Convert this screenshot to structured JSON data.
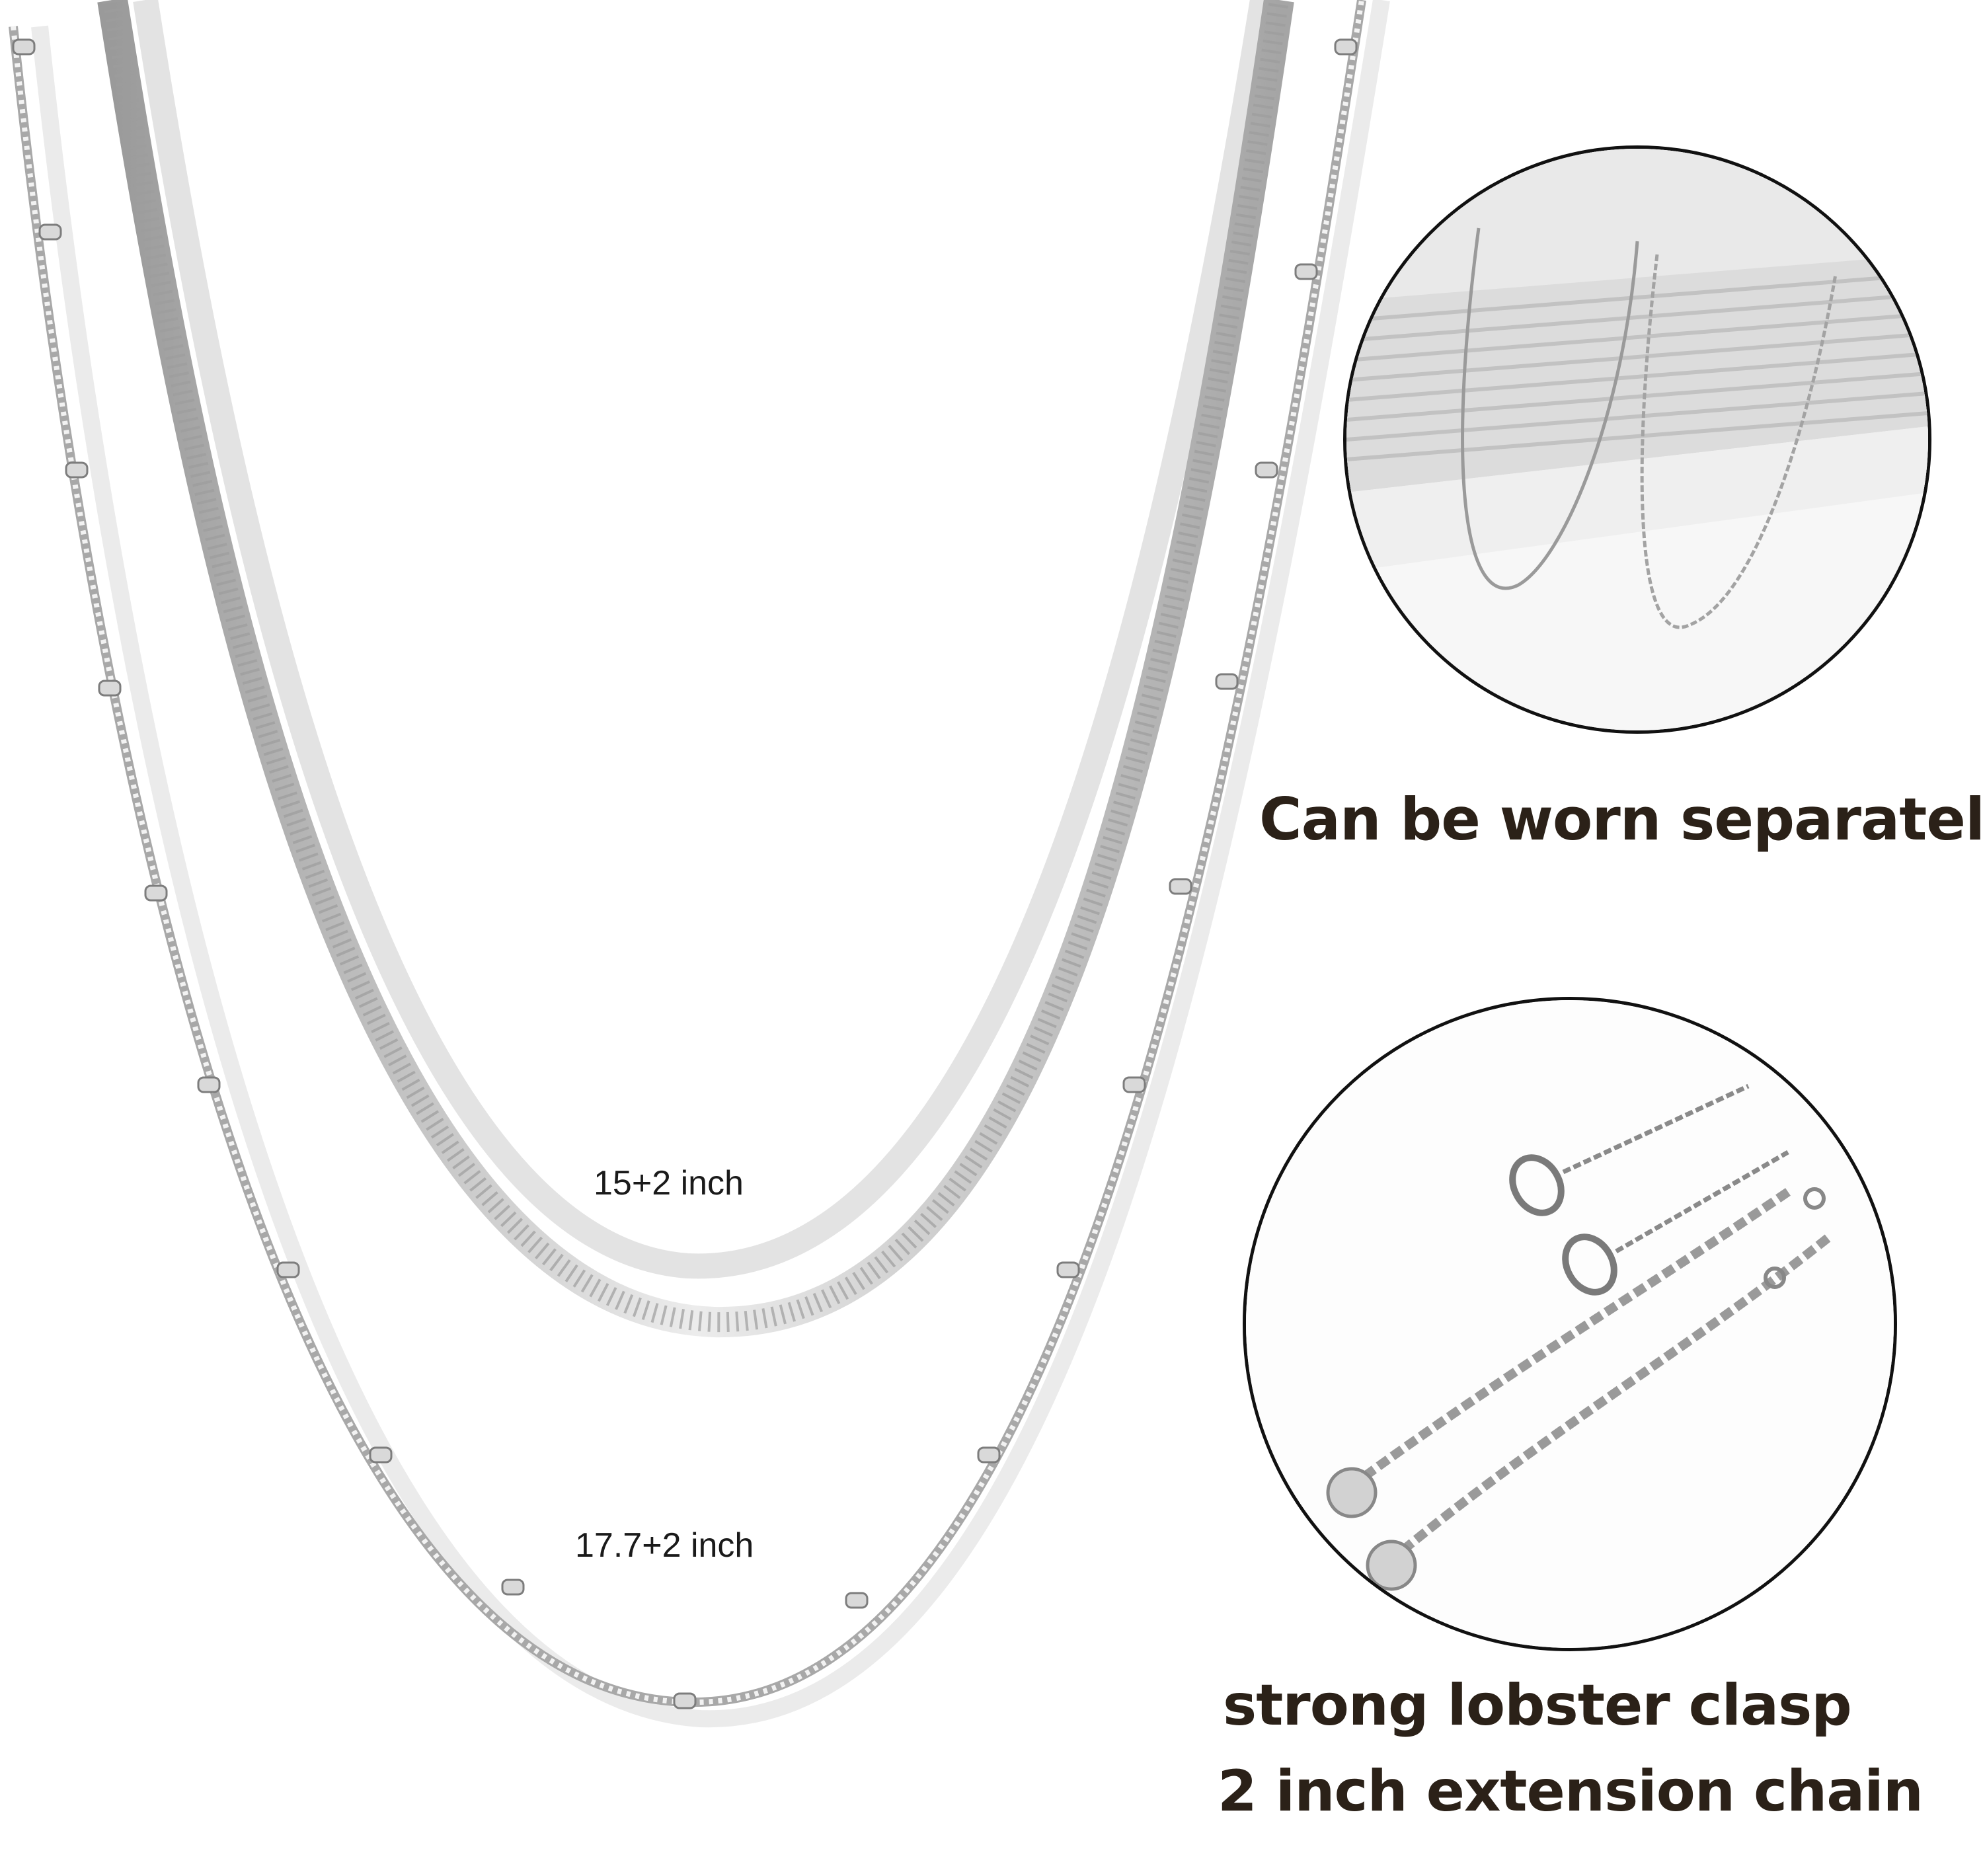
{
  "labels": {
    "short_length": "15+2 inch",
    "long_length": "17.7+2 inch",
    "separately": "Can be worn separately",
    "clasp_line1": "strong lobster clasp",
    "clasp_line2": "2 inch extension chain"
  },
  "colors": {
    "background": "#ffffff",
    "silver": "#c8c8c8",
    "silver_dark": "#8f8f8f",
    "text_dark": "#2b2118",
    "circle_border": "#111111"
  }
}
